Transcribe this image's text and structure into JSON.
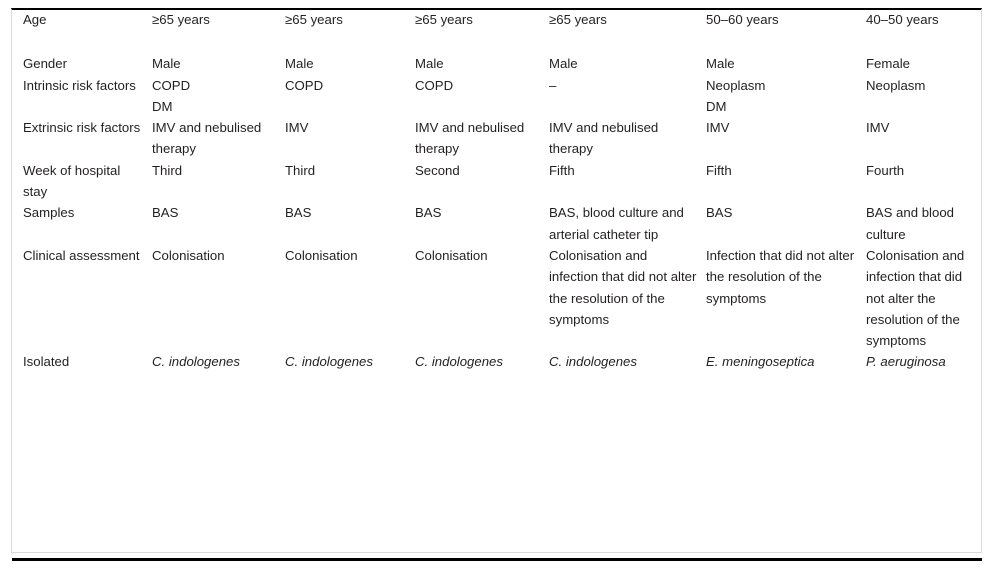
{
  "table": {
    "row_labels": [
      "Age",
      "Gender",
      "Intrinsic risk factors",
      "Extrinsic risk factors",
      "Week of hospital stay",
      "Samples",
      "Clinical assessment",
      "Isolated"
    ],
    "columns": [
      {
        "age": "≥65 years",
        "gender": "Male",
        "intrinsic": "COPD\nDM",
        "extrinsic": "IMV and nebulised therapy",
        "week": "Third",
        "samples": "BAS",
        "clinical": "Colonisation",
        "isolated": "C. indologenes"
      },
      {
        "age": "≥65 years",
        "gender": "Male",
        "intrinsic": "COPD",
        "extrinsic": "IMV",
        "week": "Third",
        "samples": "BAS",
        "clinical": "Colonisation",
        "isolated": "C. indologenes"
      },
      {
        "age": "≥65 years",
        "gender": "Male",
        "intrinsic": "COPD",
        "extrinsic": "IMV and nebulised therapy",
        "week": "Second",
        "samples": "BAS",
        "clinical": "Colonisation",
        "isolated": "C. indologenes"
      },
      {
        "age": "≥65 years",
        "gender": "Male",
        "intrinsic": "–",
        "extrinsic": "IMV and nebulised therapy",
        "week": "Fifth",
        "samples": "BAS, blood culture and arterial catheter tip",
        "clinical": "Colonisation and infection that did not alter the resolution of the symptoms",
        "isolated": "C. indologenes"
      },
      {
        "age": "50–60 years",
        "gender": "Male",
        "intrinsic": "Neoplasm\nDM",
        "extrinsic": "IMV",
        "week": "Fifth",
        "samples": "BAS",
        "clinical": "Infection that did not alter the resolution of the symptoms",
        "isolated": "E. meningoseptica"
      },
      {
        "age": "40–50 years",
        "gender": "Female",
        "intrinsic": "Neoplasm",
        "extrinsic": "IMV",
        "week": "Fourth",
        "samples": "BAS and blood culture",
        "clinical": "Colonisation and infection that did not alter the resolution of the symptoms",
        "isolated": "P. aeruginosa"
      }
    ]
  }
}
